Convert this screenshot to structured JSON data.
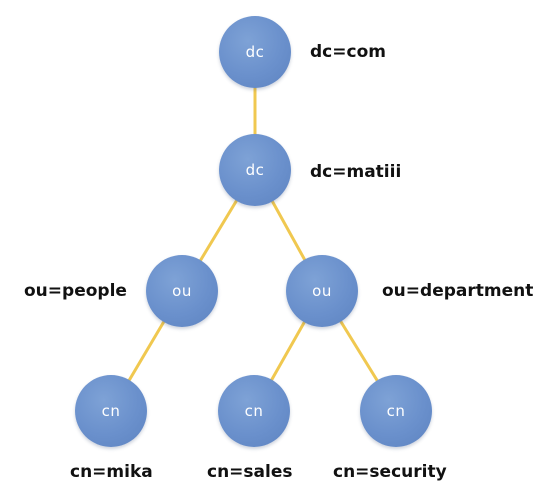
{
  "diagram": {
    "edge_color": "#f0c850",
    "node_color": "#6a90cc",
    "nodes": {
      "dc_com": {
        "text": "dc",
        "label": "dc=com"
      },
      "dc_matiii": {
        "text": "dc",
        "label": "dc=matiii"
      },
      "ou_people": {
        "text": "ou",
        "label": "ou=people"
      },
      "ou_department": {
        "text": "ou",
        "label": "ou=department"
      },
      "cn_mika": {
        "text": "cn",
        "label": "cn=mika"
      },
      "cn_sales": {
        "text": "cn",
        "label": "cn=sales"
      },
      "cn_security": {
        "text": "cn",
        "label": "cn=security"
      }
    },
    "edges": [
      [
        "dc_com",
        "dc_matiii"
      ],
      [
        "dc_matiii",
        "ou_people"
      ],
      [
        "dc_matiii",
        "ou_department"
      ],
      [
        "ou_people",
        "cn_mika"
      ],
      [
        "ou_department",
        "cn_sales"
      ],
      [
        "ou_department",
        "cn_security"
      ]
    ]
  }
}
